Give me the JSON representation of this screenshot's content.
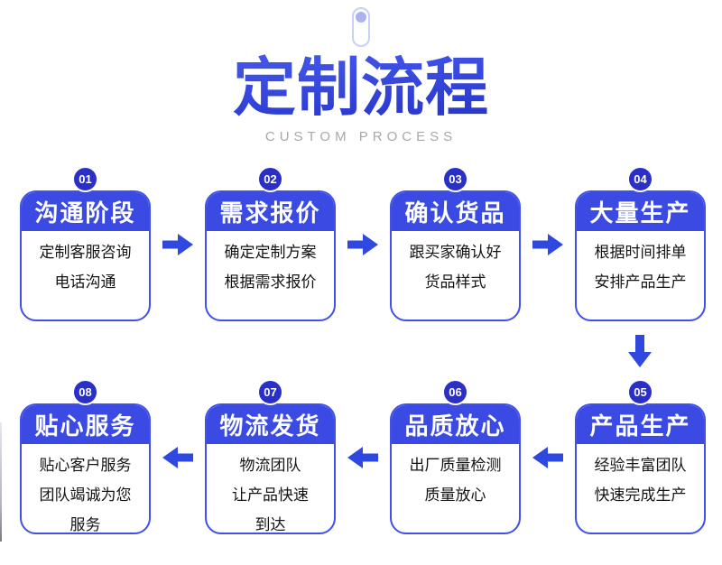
{
  "page": {
    "top_icon": "scroll-capsule-icon",
    "title": "定制流程",
    "subtitle": "CUSTOM PROCESS"
  },
  "colors": {
    "accent_blue": "#3a4ae2",
    "badge_navy": "#2a2fc7",
    "card_border_blue": "#4150e8",
    "arrow_blue": "#2f49e0",
    "title_gradient_top": "#4a5cee",
    "title_gradient_bottom": "#2433cb",
    "subtitle_gray": "#a8a8a8"
  },
  "steps": [
    {
      "number": "01",
      "title": "沟通阶段",
      "lines": [
        "定制客服咨询",
        "电话沟通"
      ]
    },
    {
      "number": "02",
      "title": "需求报价",
      "lines": [
        "确定定制方案",
        "根据需求报价"
      ]
    },
    {
      "number": "03",
      "title": "确认货品",
      "lines": [
        "跟买家确认好",
        "货品样式"
      ]
    },
    {
      "number": "04",
      "title": "大量生产",
      "lines": [
        "根据时间排单",
        "安排产品生产"
      ]
    },
    {
      "number": "05",
      "title": "产品生产",
      "lines": [
        "经验丰富团队",
        "快速完成生产"
      ]
    },
    {
      "number": "06",
      "title": "品质放心",
      "lines": [
        "出厂质量检测",
        "质量放心"
      ]
    },
    {
      "number": "07",
      "title": "物流发货",
      "lines": [
        "物流团队",
        "让产品快速",
        "到达"
      ]
    },
    {
      "number": "08",
      "title": "贴心服务",
      "lines": [
        "贴心客户服务",
        "团队竭诚为您",
        "服务"
      ]
    }
  ]
}
